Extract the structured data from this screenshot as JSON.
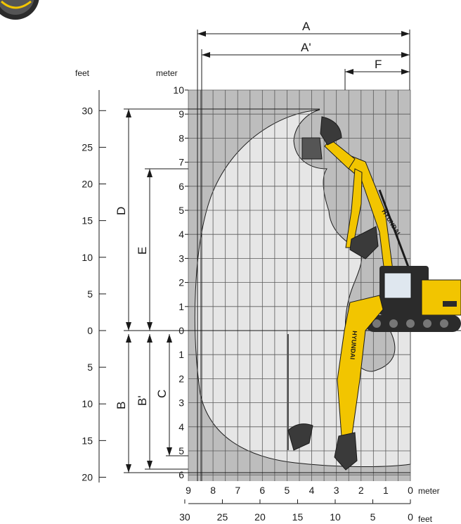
{
  "units": {
    "left_top": "feet",
    "top_meter": "meter",
    "bottom_meter": "meter",
    "bottom_feet": "feet"
  },
  "dimensions": {
    "A": "A",
    "A_prime": "A'",
    "F": "F",
    "D": "D",
    "E": "E",
    "B": "B",
    "B_prime": "B'",
    "C": "C"
  },
  "meter_vertical_above": [
    "10",
    "9",
    "8",
    "7",
    "6",
    "5",
    "4",
    "3",
    "2",
    "1",
    "0"
  ],
  "meter_vertical_below": [
    "1",
    "2",
    "3",
    "4",
    "5",
    "6"
  ],
  "feet_vertical_above": [
    "30",
    "25",
    "20",
    "15",
    "10",
    "5",
    "0"
  ],
  "feet_vertical_below": [
    "5",
    "10",
    "15",
    "20"
  ],
  "meter_horizontal": [
    "9",
    "8",
    "7",
    "6",
    "5",
    "4",
    "3",
    "2",
    "1",
    "0"
  ],
  "feet_horizontal": [
    "30",
    "25",
    "20",
    "15",
    "10",
    "5",
    "0"
  ],
  "brand": {
    "boom_text": "HYUNDAI",
    "arm_text": "HYUNDAI"
  },
  "colors": {
    "grid_bg": "#bdbdbd",
    "envelope_fill": "#e6e6e6",
    "machine_yellow": "#f2c500",
    "machine_dark": "#2b2b2b"
  }
}
